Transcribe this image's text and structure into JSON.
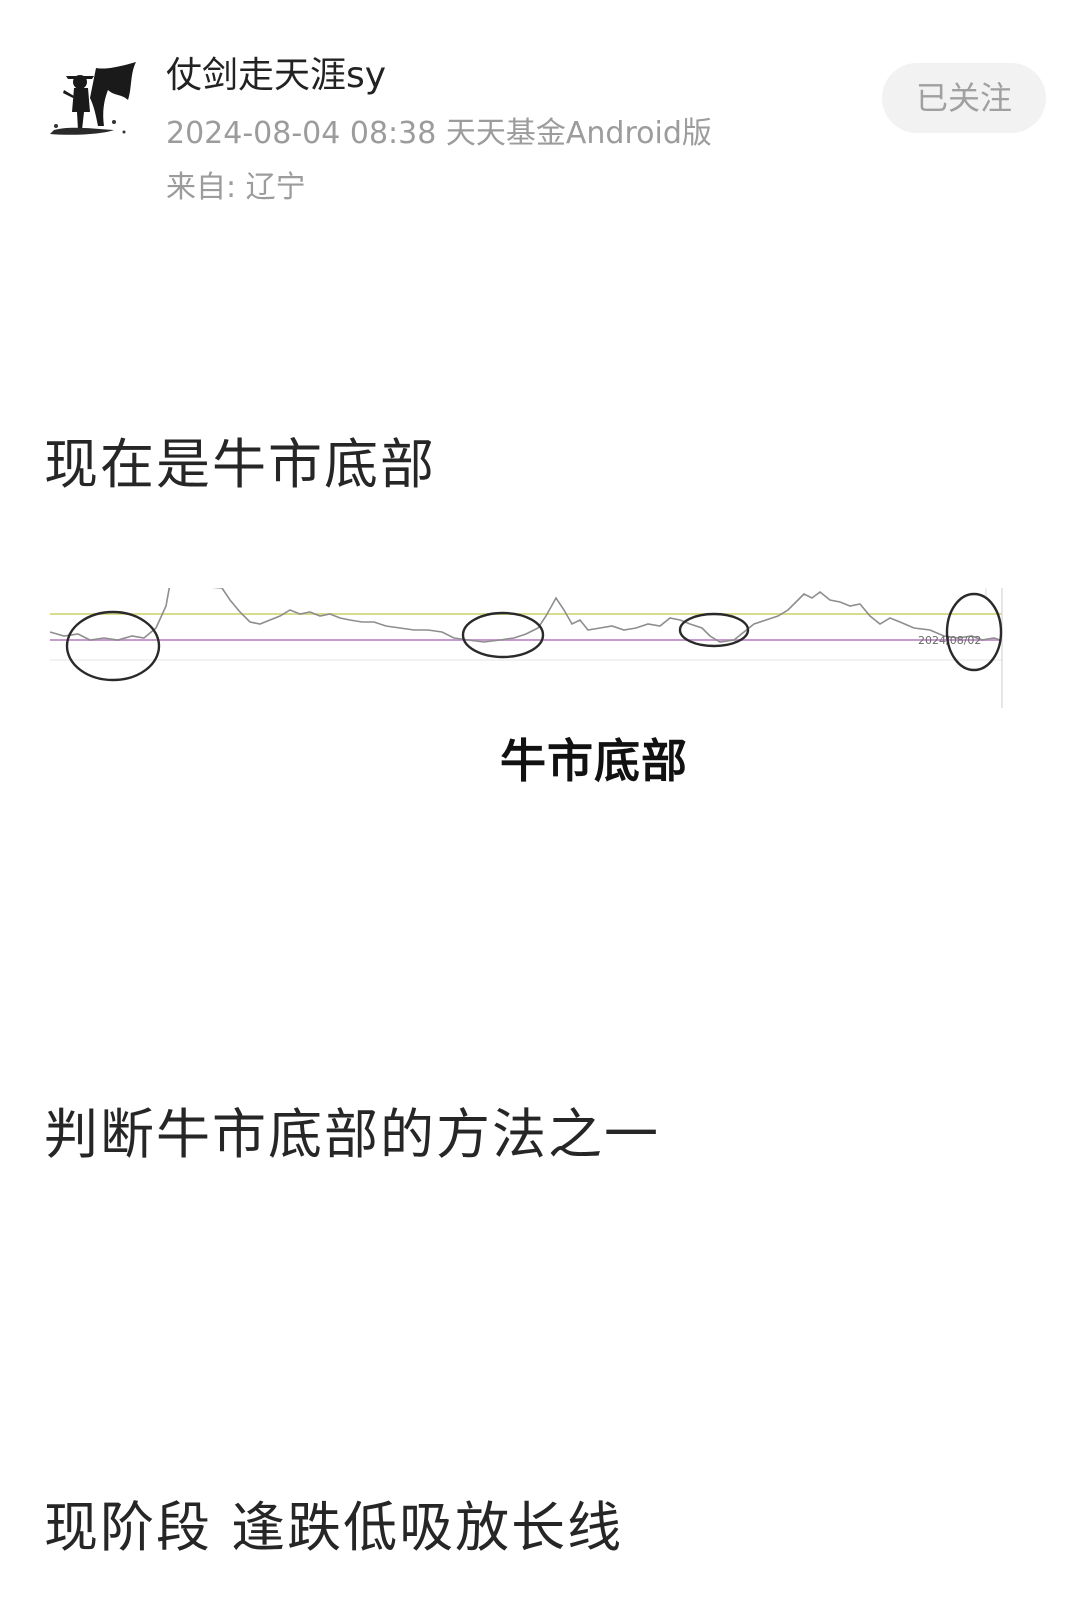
{
  "author": {
    "name": "仗剑走天涯sy",
    "avatar_icon": "swordsman-avatar-icon",
    "timestamp_source": "2024-08-04 08:38 天天基金Android版",
    "location": "来自: 辽宁",
    "follow_label": "已关注"
  },
  "post": {
    "line1": "现在是牛市底部",
    "image": {
      "caption": "牛市底部",
      "date_label": "2024/08/02",
      "colors": {
        "upper_line": "#d8dc8c",
        "lower_line": "#c89bd0",
        "series": "#8e8e8e",
        "circle": "#2a2a2a"
      }
    },
    "line2": "判断牛市底部的方法之一",
    "line3": "现阶段 逢跌低吸放长线"
  }
}
